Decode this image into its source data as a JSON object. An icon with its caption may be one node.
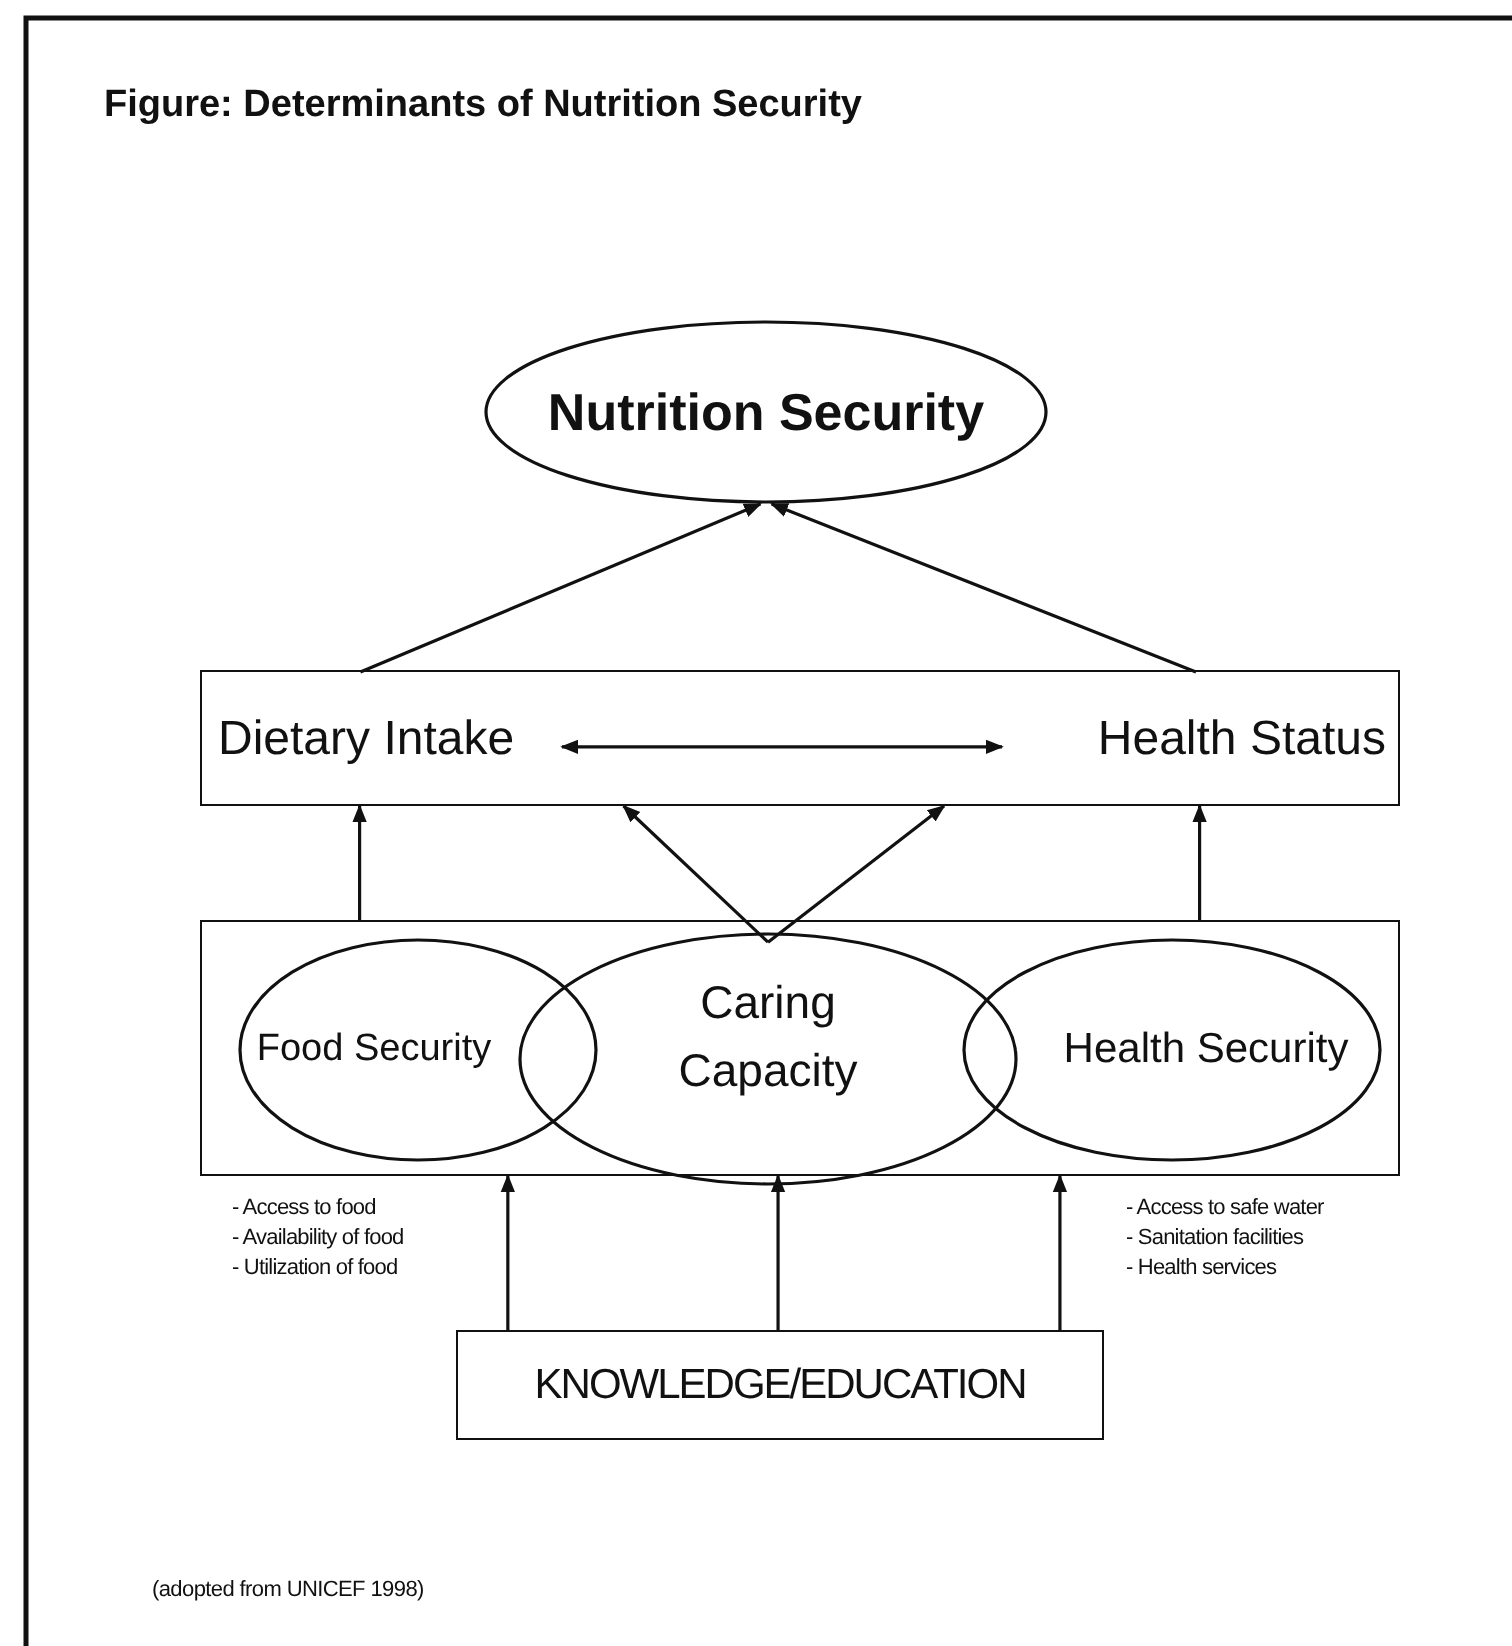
{
  "diagram": {
    "title": "Figure: Determinants of Nutrition Security",
    "caption": "(adopted from UNICEF 1998)",
    "nodes": [
      {
        "text": [
          "Nutrition Security"
        ]
      },
      {
        "text": [],
        "shape": "box"
      },
      {
        "text": [
          "Dietary Intake"
        ],
        "in": 1
      },
      {
        "text": [
          "Health Status"
        ],
        "in": 1
      },
      {
        "text": [],
        "shape": "box"
      },
      {
        "text": [
          "Food Security"
        ],
        "in": 4,
        "beside": [
          "- Access to food",
          "- Availability of food",
          "- Utilization of food"
        ]
      },
      {
        "text": [
          "Caring Capacity"
        ],
        "in": 4
      },
      {
        "text": [
          "Health Security"
        ],
        "in": 4,
        "beside": [
          "- Access to safe water",
          "- Sanitation facilities",
          "- Health services"
        ]
      },
      {
        "text": [
          "KNOWLEDGE/EDUCATION"
        ]
      }
    ],
    "edges": [
      {
        "from": 2,
        "to": 0,
        "arrow": "to"
      },
      {
        "from": 3,
        "to": 0,
        "arrow": "to"
      },
      {
        "from": 2,
        "to": 3,
        "arrow": "both"
      },
      {
        "from": 4,
        "to": 1,
        "arrow": "to"
      },
      {
        "from": 4,
        "to": 1,
        "arrow": "to"
      },
      {
        "from": 6,
        "to": 1,
        "arrow": "to"
      },
      {
        "from": 6,
        "to": 1,
        "arrow": "to"
      },
      {
        "from": 8,
        "to": 4,
        "arrow": "to"
      },
      {
        "from": 8,
        "to": 4,
        "arrow": "to"
      },
      {
        "from": 8,
        "to": 4,
        "arrow": "to"
      }
    ]
  }
}
